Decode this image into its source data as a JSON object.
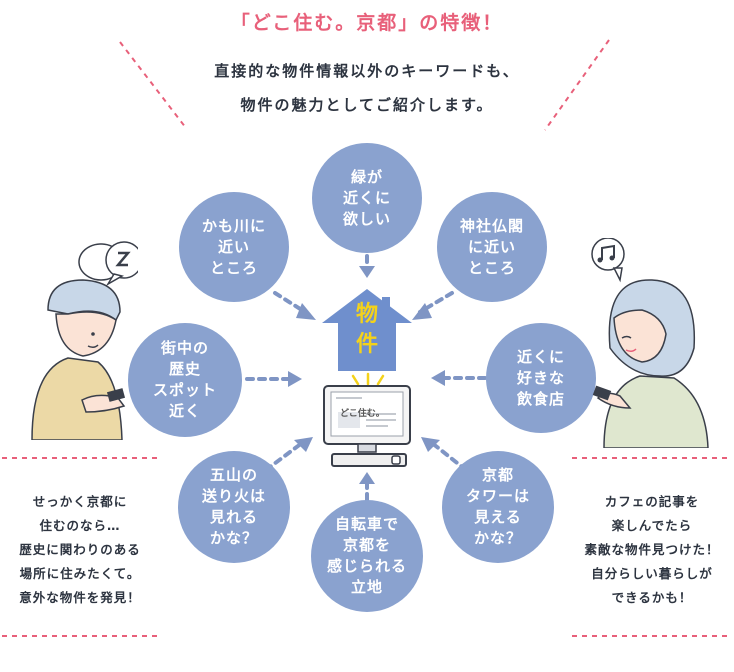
{
  "header": {
    "title": "「どこ住む。京都」の特徴！",
    "subtitle_line1": "直接的な物件情報以外のキーワードも、",
    "subtitle_line2": "物件の魅力としてご紹介します。"
  },
  "center": {
    "house_label": "物件",
    "screen_text": "どこ住む。"
  },
  "bubbles": {
    "top": "緑が\n近くに\n欲しい",
    "top_left": "かも川に\n近い\nところ",
    "top_right": "神社仏閣\nに近い\nところ",
    "left": "街中の\n歴史\nスポット\n近く",
    "right": "近くに\n好きな\n飲食店",
    "bottom_left": "五山の\n送り火は\n見れる\nかな？",
    "bottom": "自転車で\n京都を\n感じられる\n立地",
    "bottom_right": "京都\nタワーは\n見える\nかな？"
  },
  "notes": {
    "left": "せっかく京都に\n住むのなら…\n歴史に関わりのある\n場所に住みたくて。\n意外な物件を発見！",
    "right": "カフェの記事を\n楽しんでたら\n素敵な物件見つけた！\n自分らしい暮らしが\nできるかも！"
  },
  "colors": {
    "bubble": "#8aa2cf",
    "title": "#e8607a",
    "house": "#6f8fcd",
    "house_text": "#f4d21a",
    "arrow": "#7f95c4",
    "dash_pink": "#e8607a"
  },
  "icons": [
    "zzz-speech-icon",
    "music-note-speech-icon",
    "computer-icon",
    "house-icon",
    "spark-icon"
  ]
}
